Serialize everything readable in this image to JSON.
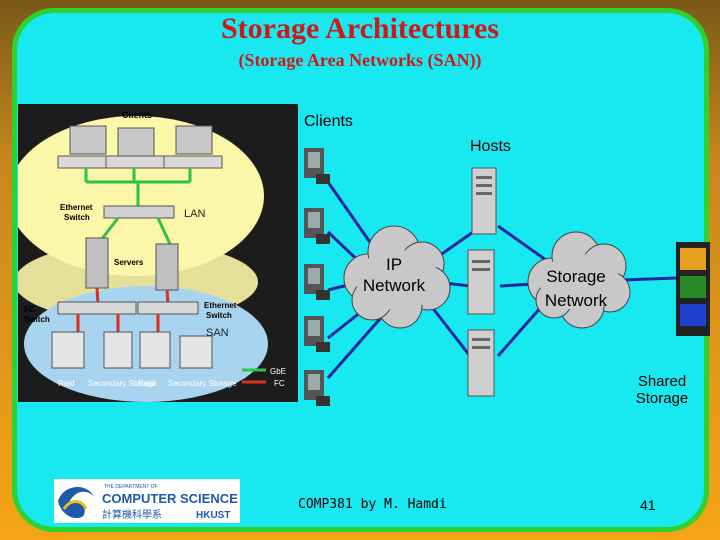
{
  "slide": {
    "title": "Storage Architectures",
    "subtitle": "(Storage Area Networks (SAN))"
  },
  "left_panel": {
    "clients": "Clients",
    "lan": "LAN",
    "ethernet_switch": [
      "Ethernet",
      "Switch"
    ],
    "servers": "Servers",
    "fc_switch": [
      "FC",
      "Switch"
    ],
    "ethernet_switch_2": [
      "Ethernet",
      "Switch"
    ],
    "san": "SAN",
    "storage_labels": [
      "Raid",
      "Secondary Storage",
      "Raid",
      "Secondary Storage"
    ],
    "legend": [
      {
        "label": "GbE",
        "color": "#2ec24a"
      },
      {
        "label": "FC",
        "color": "#d83020"
      }
    ]
  },
  "diagram": {
    "clients": "Clients",
    "hosts": "Hosts",
    "ip_network": [
      "IP",
      "Network"
    ],
    "storage_network": [
      "Storage",
      "Network"
    ],
    "shared_storage": [
      "Shared",
      "Storage"
    ]
  },
  "logo": {
    "line1": "THE DEPARTMENT OF",
    "line2": "COMPUTER SCIENCE",
    "line3": "計算機科學系",
    "line4": "HKUST"
  },
  "footer": {
    "course": "COMP381 by M. Hamdi",
    "page": "41"
  }
}
